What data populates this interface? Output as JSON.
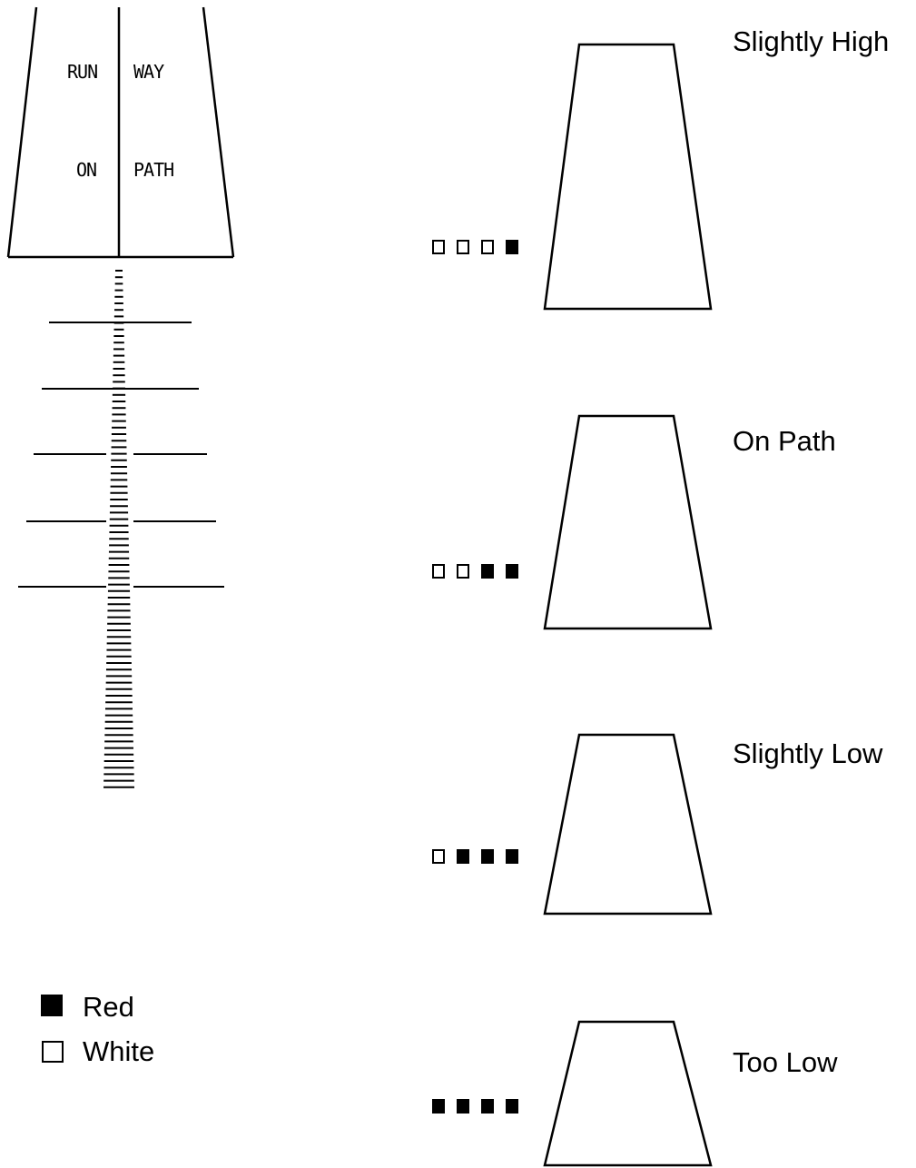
{
  "heading": "",
  "runway": {
    "top_left": "RUN",
    "top_right": "WAY",
    "bottom_left": "ON",
    "bottom_right": "PATH"
  },
  "states": [
    {
      "label": "Slightly High",
      "lights": [
        "white",
        "white",
        "white",
        "red"
      ]
    },
    {
      "label": "On Path",
      "lights": [
        "white",
        "white",
        "red",
        "red"
      ]
    },
    {
      "label": "Slightly Low",
      "lights": [
        "white",
        "red",
        "red",
        "red"
      ]
    },
    {
      "label": "Too Low",
      "lights": [
        "red",
        "red",
        "red",
        "red"
      ]
    }
  ],
  "legend": {
    "red_label": "Red",
    "white_label": "White"
  },
  "colors": {
    "red_light": "#000000",
    "white_light": "#ffffff",
    "stroke": "#000000"
  }
}
